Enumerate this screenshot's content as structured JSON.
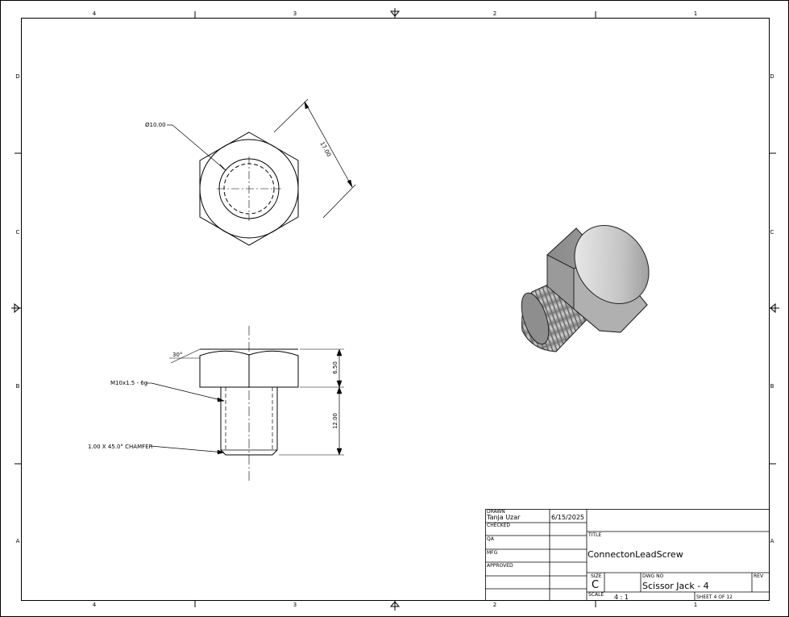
{
  "border": {
    "columns": [
      "4",
      "3",
      "2",
      "1"
    ],
    "rows": [
      "D",
      "C",
      "B",
      "A"
    ]
  },
  "views": {
    "top": {
      "hole_dia": "Ø10.00",
      "across_flats": "17.00"
    },
    "front": {
      "angle": "30°",
      "thread": "M10x1.5 - 6g",
      "chamfer": "1.00 X 45.0° CHAMFER",
      "head_height": "6.50",
      "shank_length": "12.00"
    }
  },
  "title_block": {
    "drawn_label": "DRAWN",
    "drawn_by": "Tanja Uzar",
    "drawn_date": "6/15/2025",
    "checked_label": "CHECKED",
    "qa_label": "QA",
    "mfg_label": "MFG",
    "approved_label": "APPROVED",
    "title_label": "TITLE",
    "title": "ConnectonLeadScrew",
    "size_label": "SIZE",
    "size": "C",
    "dwg_label": "DWG NO",
    "dwg_no": "Scissor Jack - 4",
    "rev_label": "REV",
    "scale_label": "SCALE",
    "scale": "4 : 1",
    "sheet_word": "SHEET",
    "sheet_no": "4",
    "of_word": "OF",
    "sheet_total": "12"
  },
  "colors": {
    "line": "#000000",
    "part_dark": "#6e6e6e",
    "part_light": "#d8d8d8"
  }
}
